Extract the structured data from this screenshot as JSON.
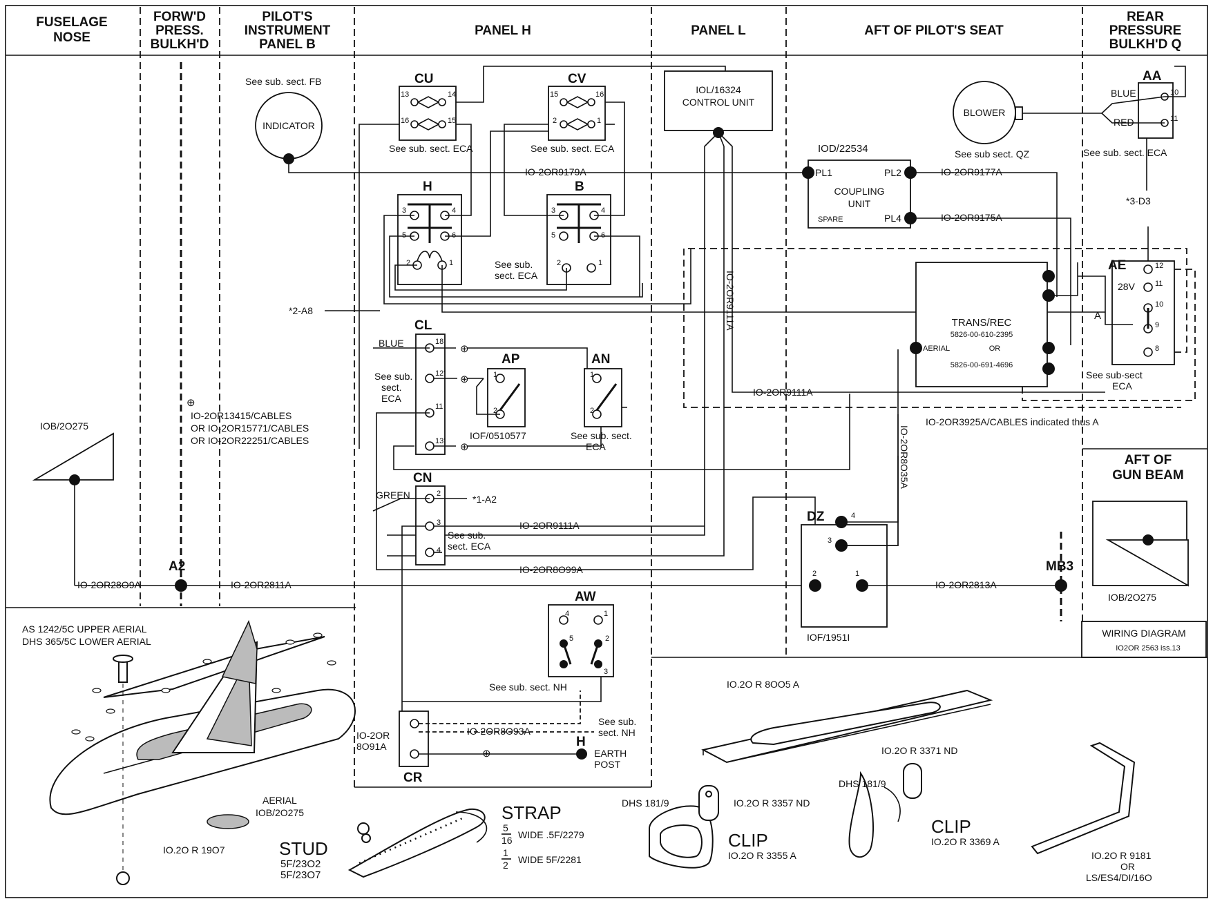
{
  "headers": {
    "h1": [
      "FUSELAGE",
      "NOSE"
    ],
    "h2": [
      "FORW'D",
      "PRESS.",
      "BULKH'D"
    ],
    "h3": [
      "PILOT'S",
      "INSTRUMENT",
      "PANEL B"
    ],
    "h4": [
      "PANEL H"
    ],
    "h5": [
      "PANEL L"
    ],
    "h6": [
      "AFT OF PILOT'S SEAT"
    ],
    "h7": [
      "REAR",
      "PRESSURE",
      "BULKH'D Q"
    ]
  },
  "components": {
    "indicator": "INDICATOR",
    "indicator_ref": "See sub. sect. FB",
    "cu": "CU",
    "cv": "CV",
    "see_eca": "See sub. sect. ECA",
    "h": "H",
    "b": "B",
    "see_sub": "See sub.",
    "sect_eca": "sect. ECA",
    "control_unit": [
      "IOL/16324",
      "CONTROL UNIT"
    ],
    "coupling_ref": "IOD/22534",
    "coupling": [
      "COUPLING",
      "UNIT"
    ],
    "pl1": "PL1",
    "pl2": "PL2",
    "pl4": "PL4",
    "spare": "SPARE",
    "blower": "BLOWER",
    "blower_ref": "See sub sect. QZ",
    "aa": "AA",
    "blue": "BLUE",
    "red": "RED",
    "ae": "AE",
    "v28": "28V",
    "a": "A",
    "see_subsect_eca": [
      "See sub-sect",
      "ECA"
    ],
    "d3": "*3-D3",
    "trans": [
      "TRANS/REC",
      "5826-00-610-2395",
      "OR",
      "5826-00-691-4696"
    ],
    "aerial_lbl": "AERIAL",
    "cl": "CL",
    "ap": "AP",
    "an": "AN",
    "cn": "CN",
    "cr": "CR",
    "aw": "AW",
    "dz": "DZ",
    "a2": "A2",
    "mb3": "MB3",
    "green": "GREEN",
    "ecal": [
      "See sub.",
      "sect.",
      "ECA"
    ],
    "iof_ap": "IOF/0510577",
    "an_ref": [
      "See sub. sect.",
      "ECA"
    ],
    "a8": "*2-A8",
    "a2ref": "*1-A2",
    "cn_ref": [
      "See sub.",
      "sect. ECA"
    ],
    "aw_ref": "See sub. sect. NH",
    "nh_ref": [
      "See sub.",
      "sect. NH"
    ],
    "earth": [
      "EARTH",
      "POST"
    ],
    "cr_cable": [
      "IO-2OR",
      "8O91A"
    ],
    "iof_dz": "IOF/1951I",
    "cables_note": [
      "IO-2OR13415/CABLES",
      "OR  IO-2OR15771/CABLES",
      "OR  IO-2OR22251/CABLES"
    ],
    "iob_left": "IOB/2O275",
    "iob_right": "IOB/2O275",
    "aft_gun": [
      "AFT OF",
      "GUN BEAM"
    ],
    "wiring": [
      "WIRING DIAGRAM",
      "IO2OR 2563 iss.13"
    ]
  },
  "cables": {
    "c9179": "IO-2OR9179A",
    "c9177": "IO-2OR9177A",
    "c9175": "IO-2OR9175A",
    "c9111v": "IO-2OR9111A",
    "c9111h": "IO-2OR9111A",
    "c9111cn": "IO-2OR9111A",
    "c3925": "IO-2OR3925A/CABLES indicated thus A",
    "c8035": "IO-2OR8O35A",
    "c8099": "IO-2OR8O99A",
    "c2809": "IO-2OR28O9A",
    "c2811": "IO-2OR2811A",
    "c2813": "IO-2OR2813A",
    "c8093": "IO-2OR8O93A"
  },
  "parts": {
    "aerial_type": [
      "AS 1242/5C  UPPER  AERIAL",
      "DHS 365/5C  LOWER  AERIAL"
    ],
    "aerial": [
      "AERIAL",
      "IOB/2O275"
    ],
    "r1907": "IO.2O R 19O7",
    "stud": [
      "STUD",
      "5F/23O2",
      "5F/23O7"
    ],
    "strap": "STRAP",
    "strap_a": "WIDE .5F/2279",
    "strap_b": "WIDE  5F/2281",
    "dhs1": "DHS 181/9",
    "r3357": "IO.2O R 3357 ND",
    "clip1": [
      "CLIP",
      "IO.2O R 3355 A"
    ],
    "r8005": "IO.2O R 8OO5 A",
    "r3371": "IO.2O R 3371 ND",
    "dhs2": "DHS 181/9",
    "clip2": [
      "CLIP",
      "IO.2O R 3369 A"
    ],
    "r9181": [
      "IO.2O R 9181",
      "OR",
      "LS/ES4/DI/16O"
    ]
  }
}
